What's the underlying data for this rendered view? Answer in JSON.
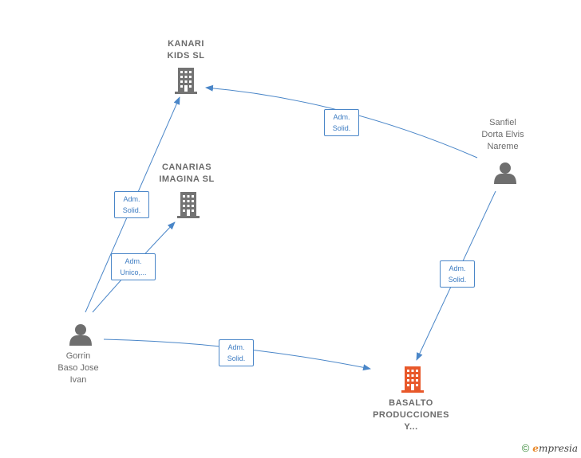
{
  "nodes": {
    "kanari": {
      "line1": "KANARI",
      "line2": "KIDS  SL"
    },
    "canarias": {
      "line1": "CANARIAS",
      "line2": "IMAGINA  SL"
    },
    "sanfiel": {
      "line1": "Sanfiel",
      "line2": "Dorta Elvis",
      "line3": "Nareme"
    },
    "gorrin": {
      "line1": "Gorrin",
      "line2": "Baso Jose",
      "line3": "Ivan"
    },
    "basalto": {
      "line1": "BASALTO",
      "line2": "PRODUCCIONES",
      "line3": "Y..."
    }
  },
  "edges": {
    "sanfiel_kanari": {
      "line1": "Adm.",
      "line2": "Solid."
    },
    "gorrin_kanari": {
      "line1": "Adm.",
      "line2": "Solid."
    },
    "gorrin_canarias": {
      "line1": "Adm.",
      "line2": "Unico,..."
    },
    "sanfiel_basalto": {
      "line1": "Adm.",
      "line2": "Solid."
    },
    "gorrin_basalto": {
      "line1": "Adm.",
      "line2": "Solid."
    }
  },
  "colors": {
    "edge": "#4a86c8",
    "company": "#737373",
    "focus_company": "#e8582a",
    "person": "#6e6e6e"
  },
  "footer": {
    "copyright": "©",
    "brand_initial": "e",
    "brand_rest": "mpresia"
  }
}
